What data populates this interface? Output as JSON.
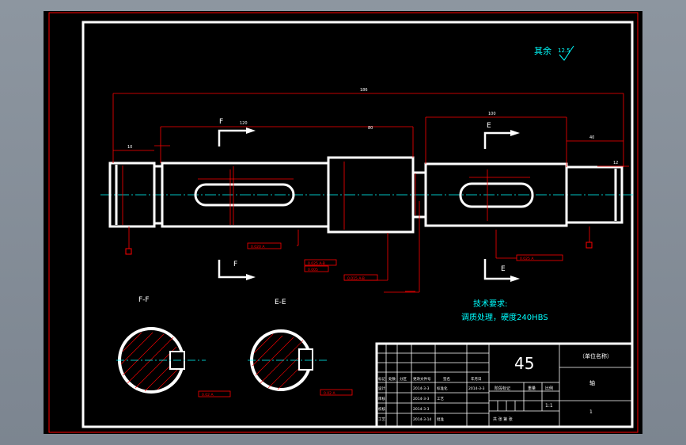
{
  "drawing": {
    "roughness_note": "其余",
    "roughness_value": "12.5",
    "tech_title": "技术要求:",
    "tech_line": "调质处理，硬度240HBS",
    "material": "45",
    "company": "（单位名称）",
    "part_name": "轴",
    "scale": "1:1",
    "sheet": "1",
    "section_ff": "F-F",
    "section_ee": "E-E",
    "mark_f": "F",
    "mark_e": "E",
    "dims": {
      "overall": "186",
      "left_key": "120",
      "mid": "80",
      "right_section": "100",
      "right_end": "40",
      "small_left": "10",
      "small_right": "12"
    },
    "tolerances": {
      "key_left": "0.020 A",
      "key_right": "0.025 A",
      "runout_1": "0.025 A-B",
      "runout_2": "0.005",
      "runout_3": "0.015 A-B",
      "sec_f": "0.02 A",
      "sec_e": "0.02 A"
    },
    "title_block": {
      "r1": [
        "标记",
        "处数",
        "分区",
        "更改文件号",
        "签名",
        "年月日"
      ],
      "r2": [
        "设计",
        "2014-3-3",
        "标准化",
        "2014-3-3"
      ],
      "r3": [
        "审核",
        "2014-3-3",
        "工艺"
      ],
      "r4": [
        "校核",
        "2014-3-3"
      ],
      "r5": [
        "工艺",
        "2014-3-14",
        "批准"
      ],
      "stage": "阶段标记",
      "weight": "重量",
      "ratio": "比例",
      "sheet_count": "共 张 第 张"
    }
  }
}
